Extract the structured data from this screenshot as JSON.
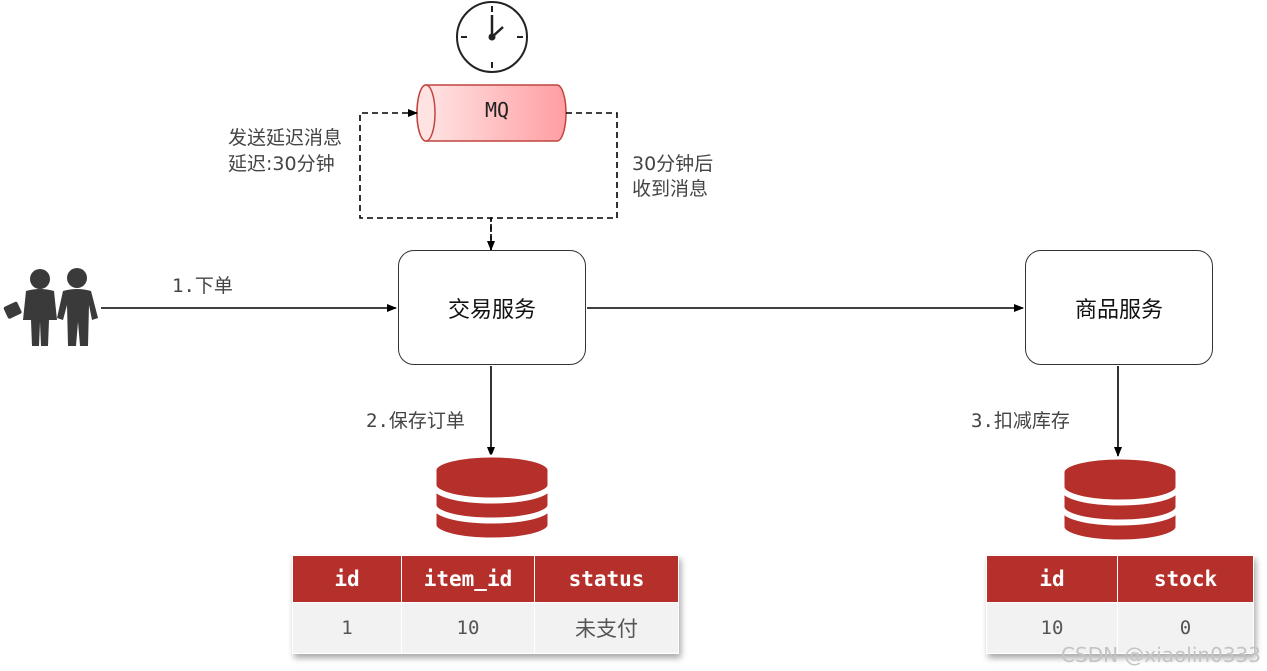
{
  "mq_label": "MQ",
  "nodes": {
    "trade_service": "交易服务",
    "item_service": "商品服务"
  },
  "labels": {
    "send_delay_line1": "发送延迟消息",
    "send_delay_line2": "延迟:30分钟",
    "receive_line1": "30分钟后",
    "receive_line2": "收到消息",
    "place_order": "1.下单",
    "save_order": "2.保存订单",
    "deduct_stock": "3.扣减库存"
  },
  "order_table": {
    "headers": [
      "id",
      "item_id",
      "status"
    ],
    "rows": [
      [
        "1",
        "10",
        "未支付"
      ]
    ]
  },
  "stock_table": {
    "headers": [
      "id",
      "stock"
    ],
    "rows": [
      [
        "10",
        "0"
      ]
    ]
  },
  "watermark": "CSDN @xiaolin0333",
  "colors": {
    "db_red": "#b5302a",
    "mq_pink": "#ffb3b5",
    "line": "#000000"
  }
}
